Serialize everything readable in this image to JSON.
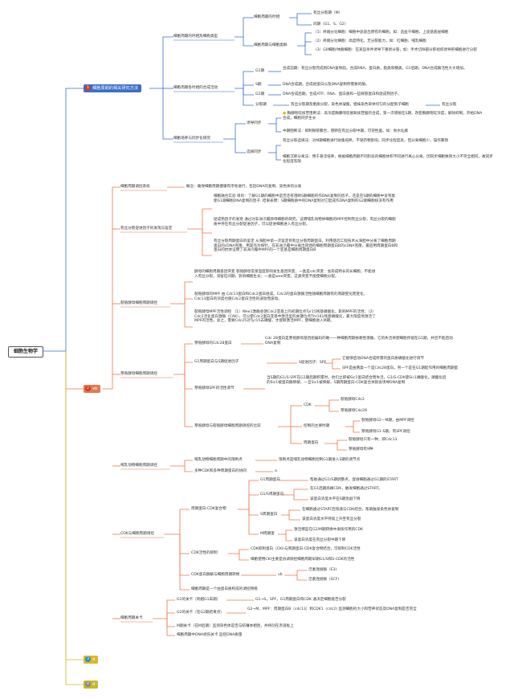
{
  "root": "细胞生物学",
  "branches": [
    {
      "num": "1",
      "label": "细胞周期的相关研究方法",
      "color": "#3b6fc9",
      "num_color": "#d23b2a"
    },
    {
      "num": "2",
      "label": "vb",
      "color": "#e8774a",
      "num_color": "#d23b2a"
    },
    {
      "num": "3",
      "label": "d",
      "color": "#dcb628",
      "num_color": "#2a8fd0"
    },
    {
      "num": "4",
      "label": "d",
      "color": "#c6b82c",
      "num_color": "#888888"
    }
  ],
  "b1": {
    "s1": "细胞周期的时相及细胞类型",
    "s1a": "细胞周期的时相",
    "s1a1": "有丝分裂期（M）",
    "s1a2": "间期（G1、S、G2）",
    "s1b": "细胞周期与细胞类群",
    "s1b1": "（1）终端分化细胞：细胞中途退出原有的细胞。如：造血干细胞、上皮基底层细胞",
    "s1b2": "（2）终端分化细胞：高度特化、无分裂能力，如：红细胞、哺乳细胞",
    "s1b3": "（3）G0细胞/休眠细胞：在某些条件诱导下重新分裂，如：手术切除部分肝组织诱导肝细胞进行分裂",
    "s2": "细胞周期各时相的合成活动",
    "s2a": "G1期",
    "s2a1": "合成前期：有丝分裂完成到DNA复制前。合成RNA，蛋白质，脂类和糖类，G1后期，DNA合成酶活性大大增加。",
    "s2b": "S期",
    "s2b1": "DNA合成期。合成组蛋白以及DNA复制所需要的酶。",
    "s2c": "G2期",
    "s2c1": "DNA合成后期。合成ATP、RNA、蛋白质和一些微管蛋白和促成熟因子。",
    "s2d": "分裂期",
    "s2d1": "有丝分裂期及胞质分裂，染色体凝集，姐妹染色单体均匀的分配到子细胞",
    "s2d2": "有丝分裂",
    "s3": "细胞培养与同步化研究",
    "s3a": "诱导同步",
    "s3a1": "胸腺嘧啶核苷阻断法：高浓度胸腺嘧啶脱氧核苷酸的合成，第一次增殖在S期，改变胸腺嘧啶浓度，解除抑制，开始DNA合成，细胞同步生长",
    "s3a2": "中期阻断法：抑制微管聚合，阻断在有丝分裂中期，可逆性差。如：秋水仙素",
    "s3b": "选择同步",
    "s3b1": "有丝分裂选择法：对M期细胞进行收集培养，不受药物影响，同步化程度高，但分离细胞少，操作繁琐",
    "s3b2": "细胞沉降分离法：用于悬浮培养，根据细胞周期不同阶段的细胞体积不同进行离心分离。因同步细胞数目大小不完全相同，故同步化程度有限"
  },
  "b2": {
    "c1": "细胞周期调控系统",
    "c1a": "概念：确保细胞周期健康有序地进行，包括DNA的复制、染色体的分离",
    "c2": "有丝分裂促进因子的发现与鉴定",
    "c2a": "细胞融合实验 目的：了解G1期的细胞中是否还有阻断S期细胞的作DNA复制的因子。还是在S期的细胞中含有能使G1期细胞DNA复制的因子. 结果表明：S期细胞质中的DNA复制对它起成作DNA复制的G2期细胞核没有作用",
    "c2b": "促成熟因子的发现 通过对非洲爪蟾卵母细胞的研究，证明哺乳动物体细胞的MPF控制有丝分裂，有丝分裂的细胞质中存在有丝分裂促进因子，可以促进细胞进入有丝分裂。",
    "c2c": "有丝分裂周期蛋白的鉴定 从海胆中第一次鉴定到有丝分裂周期蛋白。利用基因工程技术从海胆中分离了细胞周期蛋白的cDNA克隆，用其作为探针，在非洲爪蟾中分离出同源的细胞周期蛋白B的cDNA克隆，最后用周期蛋白B和蛋白的抗体证明了非洲爪蟾中MPF的一个亚基是细胞周期蛋白B",
    "c3": "裂殖酵母细胞周期调控",
    "c3a": "酵母的细胞周期基因突变 裂殖酵母常受温度影响发生基因突变，一类是cdc突变：会形成特长的长细胞，不能进入有丝分裂，滞留在间期，影响细胞生长；一类是wee突变，这类突变不能使细胞分裂。",
    "c3b": "裂殖酵母的MPF 由 Cdc13蛋白和Cdc2蛋白组成。Cdc2的蛋白激酶活性随细胞周期有的周期变化而变化，Cdc13蛋白的浓度也随Cdc2蛋白活性的波动而波动。",
    "c3c": "裂殖酵母MPF活性调控 （1）Wee1激酶会使Cdc2亚基上的初期位点Tyr15残基磷酸化，影响MPF的活性；（2）Cdc2活化蛋白激酶（CAK），可以使Cdc2蛋白亚基中激活型的关键位点Thr161残基磷酸化，最大限度地激活了MPF的活性。总之，需要Cdc25对Tyr15去磷酸，才能够激活MPF，使细胞进入M期。",
    "c4": "芽殖酵母细胞周期调控",
    "c4a": "芽殖酵母的Cdc28蛋白",
    "c4a1": "Cdc 28蛋白是芽殖酵母基因组编码的唯一一种细胞周期依赖性激酶，它的失活将使细胞停留在G1期，并且不能启动DNA复制",
    "c4b": "G1周期蛋白与S期促进因子",
    "c4b1": "S促进因子：SPF",
    "c4b2": "它能够启动DNA合成所需的蛋白质磷酸化进行调节",
    "c4b3": "SPF是由两类一个是Cdc28蛋白，另一个是在G1期起作用的细胞周期蛋",
    "c4c": "芽殖酵母SPF的活性调节",
    "c4c1": "当S期的G1/S-SPF在G1期后期积累时，他们立即被Sic1蛋白结合而失活，G1/S-CDK使Sic1磷酸化，磷酸化后的Sic1被蛋白酶降解，一旦Sic1被降解，S期周期蛋白-CDK复合体就会诱导DNA复制",
    "c4d": "芽殖酵母与裂殖酵母细胞周期调控的比较",
    "c4d1": "CDK",
    "c4d1a": "裂殖酵母Cdc2",
    "c4d1b": "芽殖酵母Cdc28",
    "c4d2": "控制的主要时期",
    "c4d2a": "裂殖酵母G2—M期，由MPF调控",
    "c4d2b": "芽殖酵母G1-S期，有SPF调控",
    "c4d3": "周期蛋白",
    "c4d3a": "裂殖酵母只有一种，即Cdc13",
    "c4d3b": "芽殖酵母有9种",
    "c5": "哺乳动物细胞周期调控",
    "c5a": "哺乳动物细胞周期中的限制点",
    "c5a1": "限制点是哺乳动物细胞控制G1期进入S期的调节点",
    "c5b": "多种CDK和多种周期蛋白的协同",
    "c5b1": "a",
    "c6": "CDK与细胞周期调控",
    "c6a": "周期蛋白-CDK复合物",
    "c6a1": "G1周期蛋白",
    "c6a1a": "帮助通过G1/S期调整点，促进细胞通过G1期的START",
    "c6a2": "G1/S周期蛋白",
    "c6a2a": "在G1后期高峰CDK，触发细胞通过START。",
    "c6a2b": "该蛋白浓度水平在S期急剧下降",
    "c6a3": "S周期蛋白",
    "c6a3a": "在细胞通过START后快速与CDK结合，帮助触发染色体复制",
    "c6a3b": "该蛋白浓度水平持续上升至有丝分裂",
    "c6a4": "M周期蛋",
    "c6a4a": "激活那些在G2/M期转换中发挥作用的CDK",
    "c6a4b": "该蛋白浓度在有丝分裂中期下降",
    "c6b": "CDK活性的抑制",
    "c6b1": "CDK抑制蛋白（CKI)与周期蛋白-CDK复合物结合，可抑制CDK活性",
    "c6b2": "细胞使用CKI主要是协调调控细胞周期早期G1/S和S-CDK的活性",
    "c6c": "CDK蛋白酶解与细胞周期转换",
    "c6c1": "vb",
    "c6c2": "泛素连接酶（E3)",
    "c6c3": "泛素连接酶（SCF)",
    "c6d": "细胞周期是一个由蛋白质构成的调控网络",
    "c7": "细胞周期关卡",
    "c7a": "G1的关卡（跨越G1末期）",
    "c7a1": "G1→S，SPF，G1周期蛋白和CDK 通决定细胞能否分裂",
    "c7b": "G2的关卡（在G2期结束点）",
    "c7b1": "G2→M，MPF：周期蛋白B（cdc13）和CDK1（cdc2) 监测细胞的大小和营养状态及DNA复制是否完全",
    "c7c": "M期关卡（在M后期）监测染色体是否与纺锤体相连，并将剑在赤道板上",
    "c7d": "细胞周期中DNA损伤关卡 监控DNA质量"
  }
}
